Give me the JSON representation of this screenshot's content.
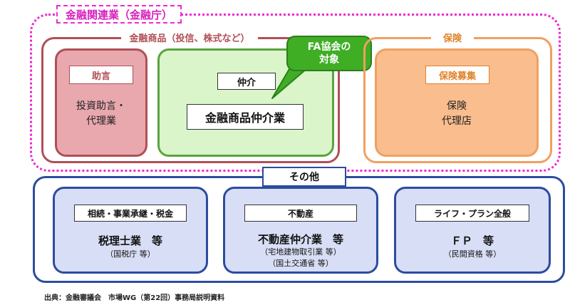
{
  "finance": {
    "title": "金融関連業（金融庁）",
    "products": {
      "title": "金融商品（投信、株式など）",
      "advice": {
        "label": "助言",
        "line1": "投資助言・",
        "line2": "代理業"
      },
      "broker": {
        "label": "仲介",
        "text": "金融商品仲介業"
      }
    },
    "fa_callout": {
      "line1": "FA協会の",
      "line2": "対象"
    },
    "insurance": {
      "title": "保険",
      "agency": {
        "label": "保険募集",
        "line1": "保険",
        "line2": "代理店"
      }
    }
  },
  "other": {
    "title": "その他",
    "cards": [
      {
        "label": "相続・事業承継・税金",
        "main": "税理士業　等",
        "sub1": "（国税庁 等）"
      },
      {
        "label": "不動産",
        "main": "不動産仲介業　等",
        "sub1": "（宅地建物取引業 等）",
        "sub2": "（国土交通省 等）"
      },
      {
        "label": "ライフ・プラン全般",
        "main": "ＦＰ　等",
        "sub1": "（民間資格 等）"
      }
    ]
  },
  "source": "出典：金融審議会　市場WG（第22回）事務局説明資料",
  "colors": {
    "finance_region": "#ee2ad2",
    "products": "#b04f56",
    "broker": "#5aa33f",
    "fa_callout": "#3fae25",
    "insurance": "#f0a060",
    "other": "#2c4c9e"
  }
}
